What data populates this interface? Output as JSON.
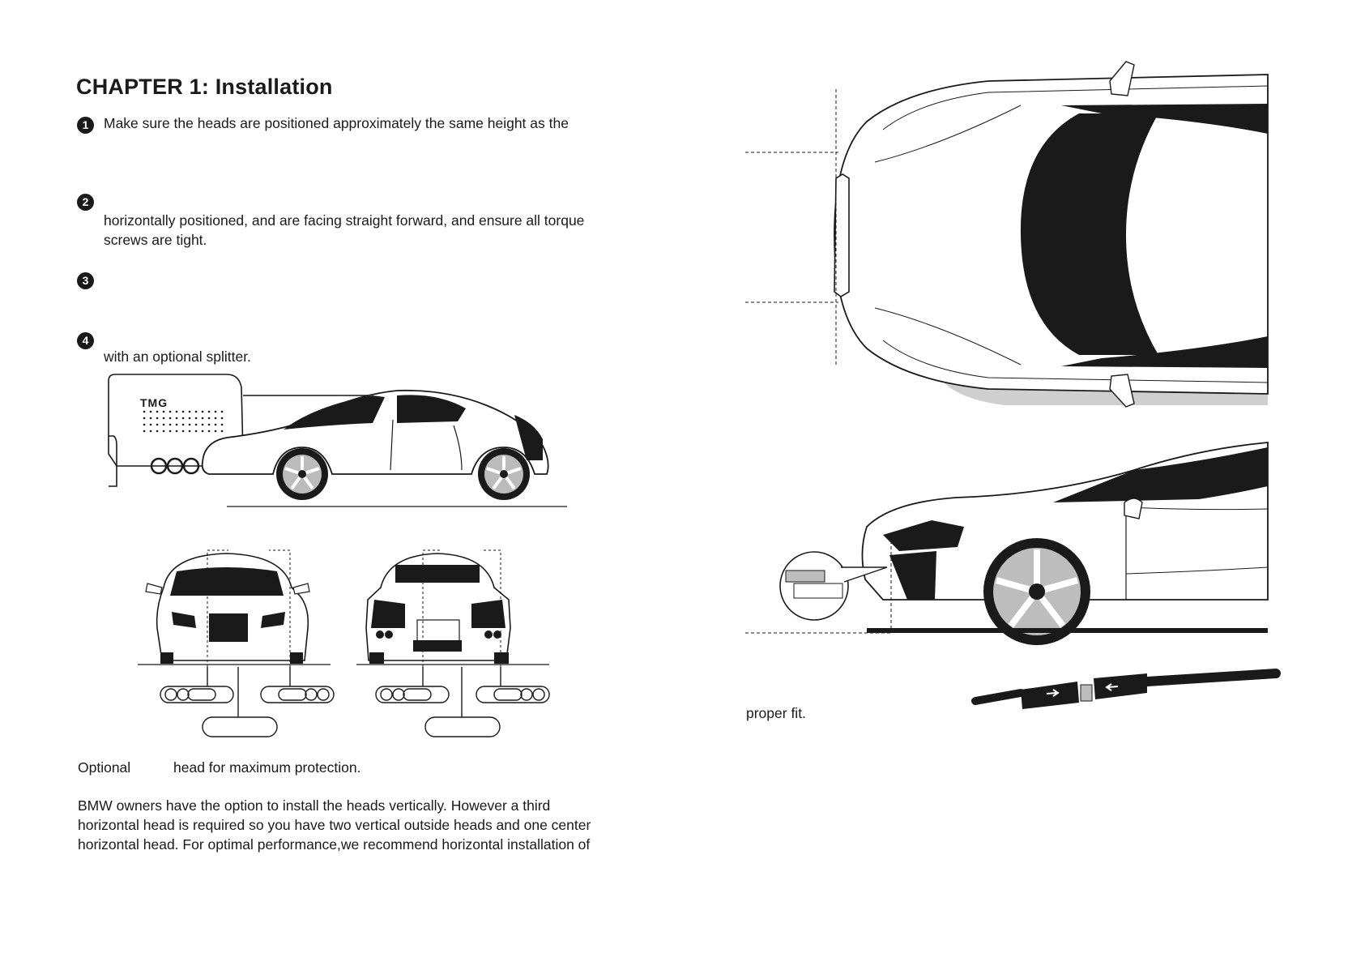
{
  "chapter": {
    "title": "CHAPTER 1: Installation"
  },
  "steps": [
    {
      "number": "1",
      "lines": [
        "Make sure the heads are positioned approximately the same height as the"
      ]
    },
    {
      "number": "2",
      "lines": [
        "horizontally positioned, and are facing straight forward, and ensure all torque",
        "screws are tight."
      ]
    },
    {
      "number": "3",
      "lines": []
    },
    {
      "number": "4",
      "lines": [
        "with an optional splitter."
      ]
    }
  ],
  "device": {
    "logo": "TMG"
  },
  "captions": {
    "optional": "Optional",
    "optional_rest": "head for maximum protection.",
    "bmw_lines": [
      "BMW owners have the option to install the heads vertically. However a third",
      "horizontal head is required so you have two vertical outside heads and one center",
      "horizontal head. For optimal performance,we recommend horizontal installation of"
    ],
    "proper_fit": "proper fit."
  }
}
